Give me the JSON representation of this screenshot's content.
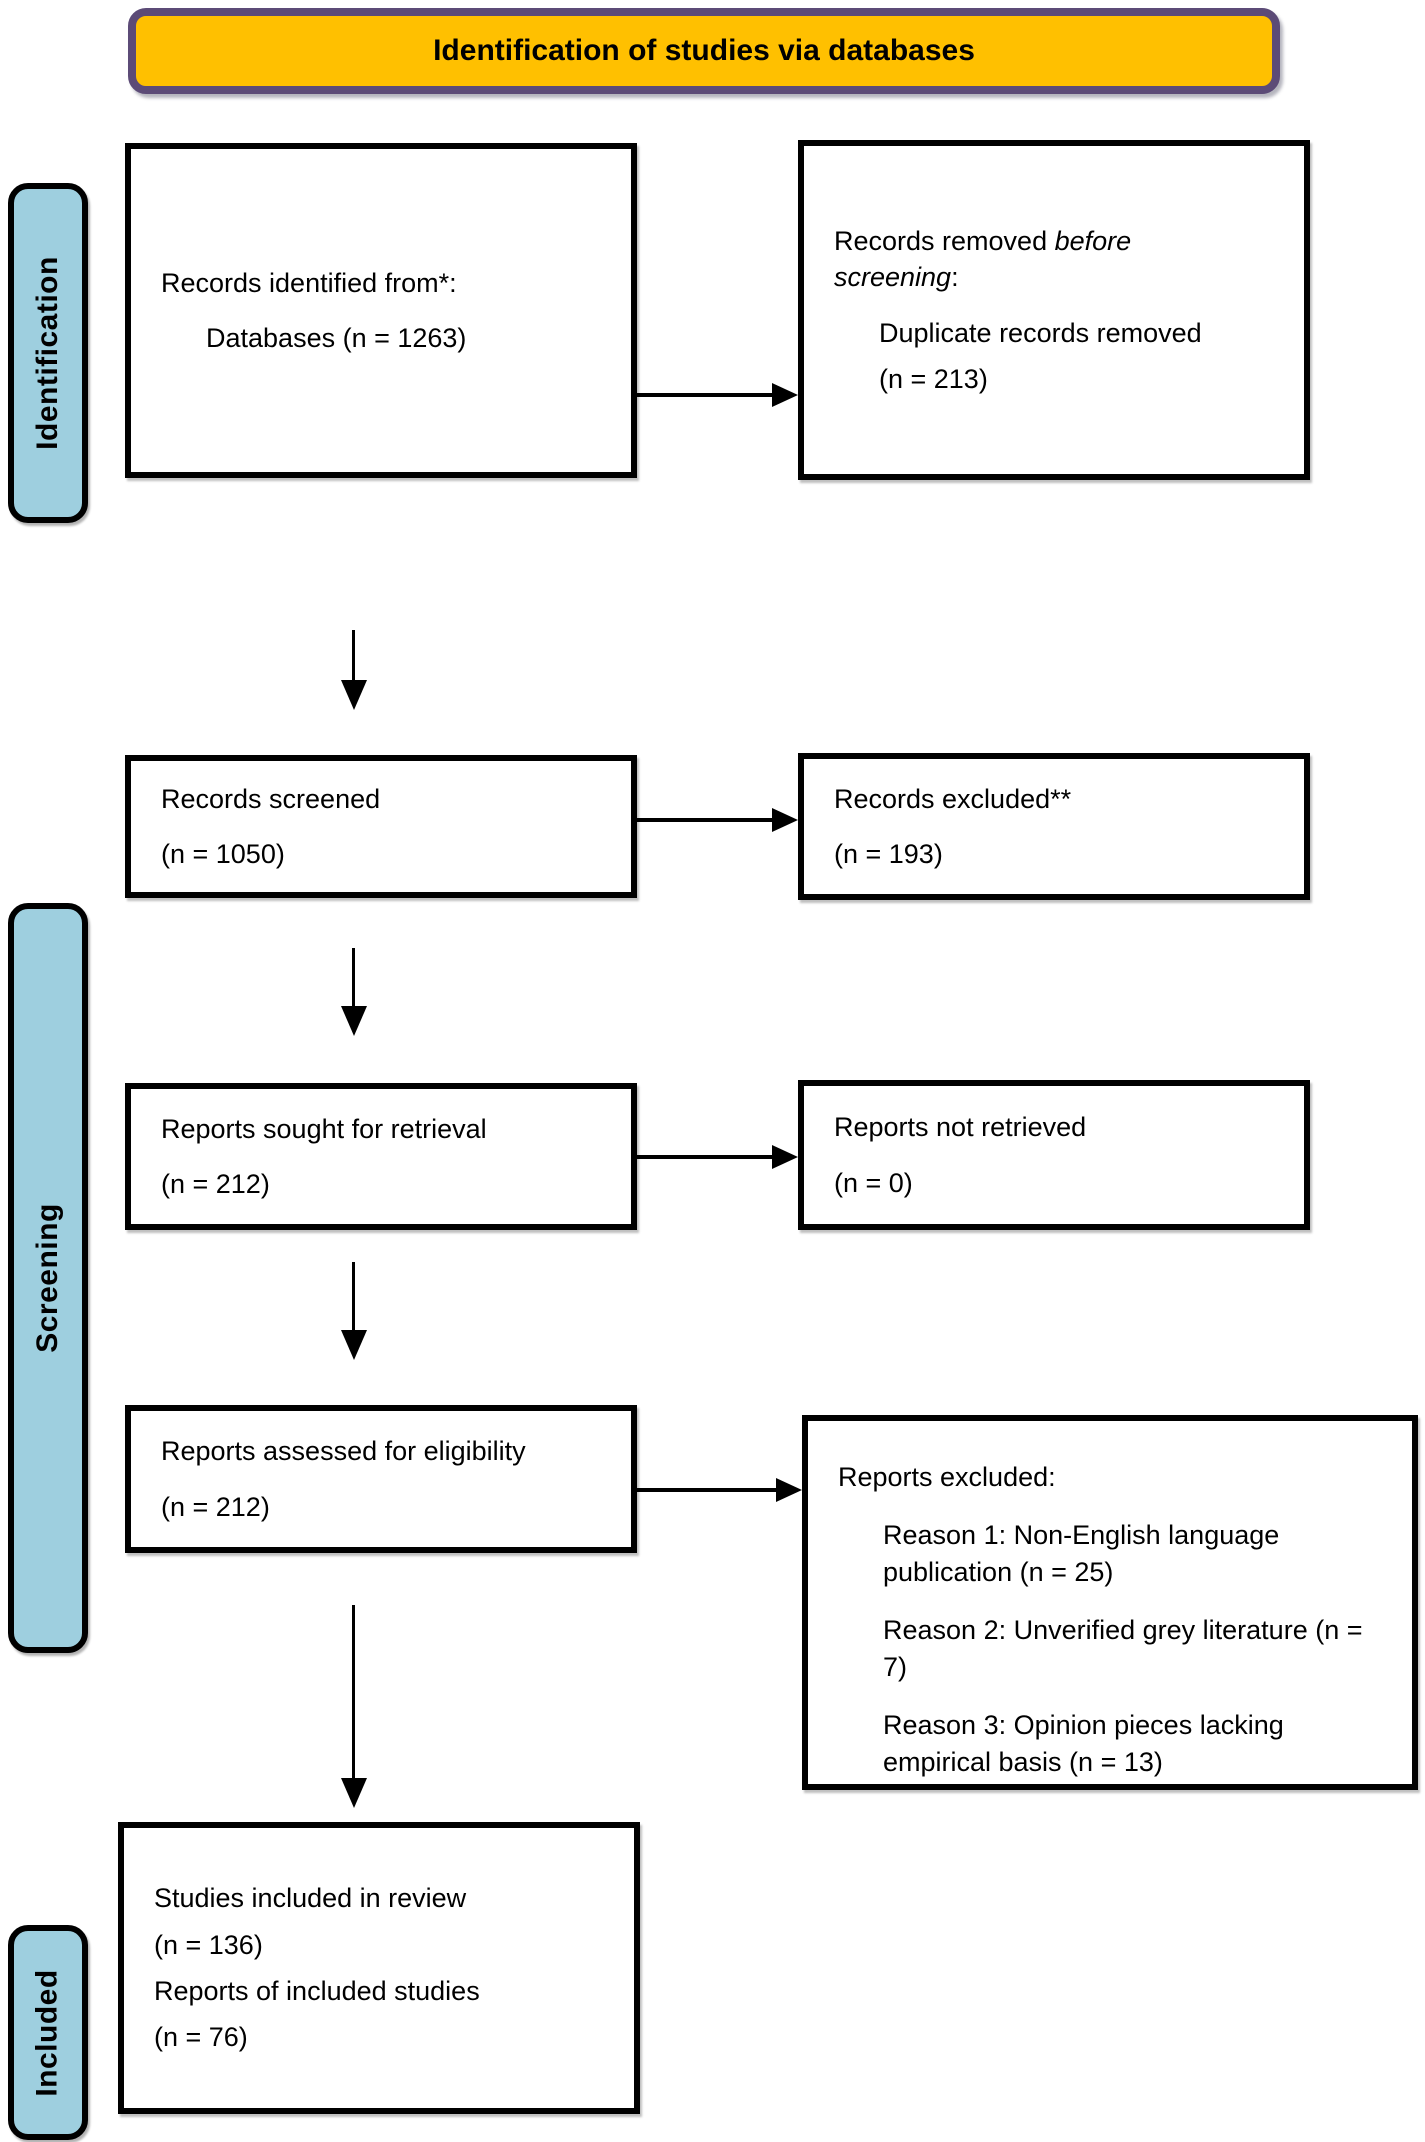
{
  "banner": {
    "title": "Identification of studies via databases"
  },
  "colors": {
    "banner_fill": "#FFC000",
    "banner_border": "#5C4B77",
    "stage_fill": "#9ECFDF",
    "box_border": "#000000",
    "text": "#000000"
  },
  "stages": [
    {
      "label": "Identification"
    },
    {
      "label": "Screening"
    },
    {
      "label": "Included"
    }
  ],
  "boxes": {
    "identified": {
      "line1": "Records identified from*:",
      "line2": "Databases (n = 1263)"
    },
    "removed": {
      "head_prefix": "Records removed ",
      "head_italic_line1": "before",
      "head_italic_line2": "screening",
      "head_suffix": ":",
      "line1": "Duplicate records removed",
      "line2": "(n = 213)"
    },
    "screened": {
      "line1": "Records screened",
      "line2": "(n = 1050)"
    },
    "excluded": {
      "line1": "Records excluded**",
      "line2": "(n = 193)"
    },
    "sought": {
      "line1": "Reports sought for retrieval",
      "line2": "(n = 212)"
    },
    "not_retrieved": {
      "line1": "Reports not retrieved",
      "line2": "(n = 0)"
    },
    "assessed": {
      "line1": "Reports assessed for eligibility",
      "line2": "(n = 212)"
    },
    "reports_excluded": {
      "head": "Reports excluded:",
      "reasons": [
        "Reason 1: Non-English language publication (n = 25)",
        "Reason 2: Unverified grey literature (n = 7)",
        "Reason 3: Opinion pieces lacking empirical basis (n = 13)"
      ]
    },
    "included": {
      "line1": "Studies included in review",
      "line2": "(n = 136)",
      "line3": "Reports of included studies",
      "line4": "(n = 76)"
    }
  }
}
